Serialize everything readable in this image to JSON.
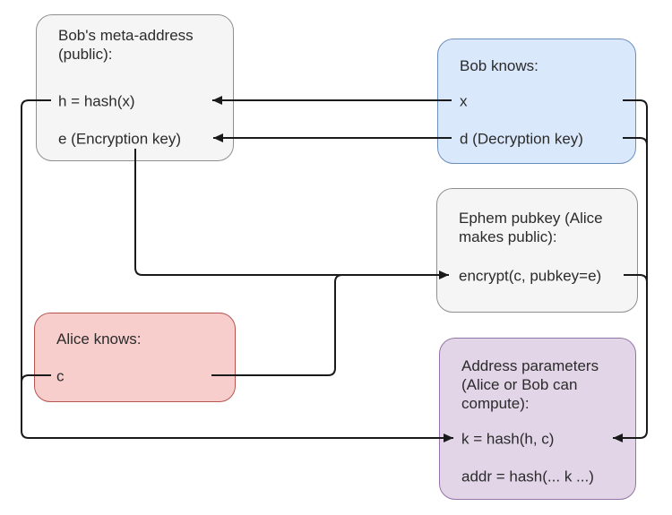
{
  "canvas": {
    "background": "#ffffff",
    "line_color": "#1a1a1a",
    "text_color": "#2b2b2b"
  },
  "boxes": {
    "bob_meta": {
      "title": "Bob's meta-address\n(public):",
      "items": [
        "h = hash(x)",
        "e (Encryption key)"
      ],
      "fill": "#f5f5f5",
      "border": "#8f8f8f"
    },
    "bob_knows": {
      "title": "Bob knows:",
      "items": [
        "x",
        "d (Decryption key)"
      ],
      "fill": "#dae8fc",
      "border": "#6c8ebf"
    },
    "ephem": {
      "title": "Ephem pubkey (Alice\nmakes public):",
      "items": [
        "encrypt(c, pubkey=e)"
      ],
      "fill": "#f5f5f5",
      "border": "#8f8f8f"
    },
    "alice_knows": {
      "title": "Alice knows:",
      "items": [
        "c"
      ],
      "fill": "#f8cecc",
      "border": "#b85450"
    },
    "address_params": {
      "title": "Address parameters\n(Alice or Bob can\ncompute):",
      "items": [
        "k = hash(h, c)",
        "addr = hash(... k ...)"
      ],
      "fill": "#e1d5e7",
      "border": "#9673a6"
    }
  },
  "edges": [
    {
      "from": "x",
      "to": "h = hash(x)"
    },
    {
      "from": "d (Decryption key)",
      "to": "e (Encryption key)"
    },
    {
      "from": "e (Encryption key)",
      "to": "encrypt(c, pubkey=e)"
    },
    {
      "from": "c",
      "to": "encrypt(c, pubkey=e)"
    },
    {
      "from": "h = hash(x)",
      "to": "k = hash(h, c)"
    },
    {
      "from": "c",
      "to": "k = hash(h, c)"
    },
    {
      "from": "x",
      "to": "k = hash(h, c)"
    },
    {
      "from": "d (Decryption key)",
      "to": "k = hash(h, c)"
    },
    {
      "from": "encrypt(c, pubkey=e)",
      "to": "k = hash(h, c)"
    }
  ]
}
